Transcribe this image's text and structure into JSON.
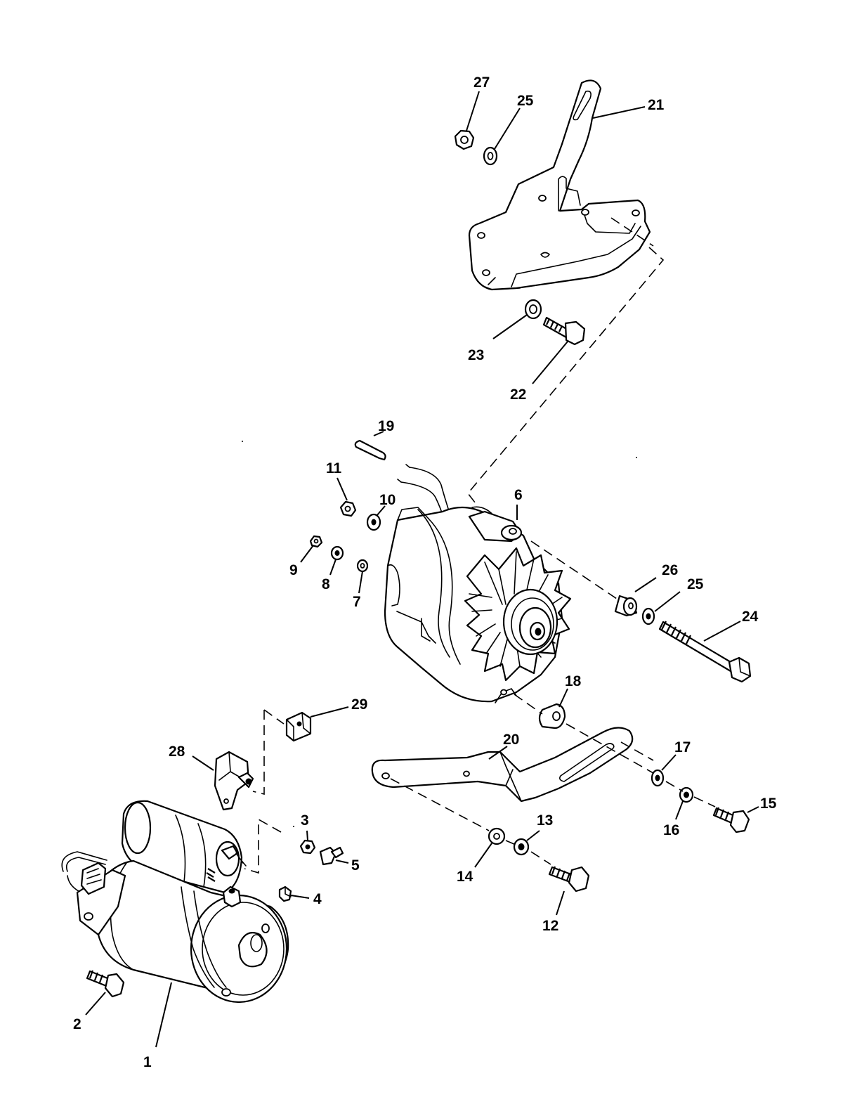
{
  "callouts": [
    {
      "id": "c1",
      "label": "1"
    },
    {
      "id": "c2",
      "label": "2"
    },
    {
      "id": "c3",
      "label": "3"
    },
    {
      "id": "c4",
      "label": "4"
    },
    {
      "id": "c5",
      "label": "5"
    },
    {
      "id": "c6",
      "label": "6"
    },
    {
      "id": "c7",
      "label": "7"
    },
    {
      "id": "c8",
      "label": "8"
    },
    {
      "id": "c9",
      "label": "9"
    },
    {
      "id": "c10",
      "label": "10"
    },
    {
      "id": "c11",
      "label": "11"
    },
    {
      "id": "c12",
      "label": "12"
    },
    {
      "id": "c13",
      "label": "13"
    },
    {
      "id": "c14",
      "label": "14"
    },
    {
      "id": "c15",
      "label": "15"
    },
    {
      "id": "c16",
      "label": "16"
    },
    {
      "id": "c17",
      "label": "17"
    },
    {
      "id": "c18",
      "label": "18"
    },
    {
      "id": "c19",
      "label": "19"
    },
    {
      "id": "c20",
      "label": "20"
    },
    {
      "id": "c21",
      "label": "21"
    },
    {
      "id": "c22",
      "label": "22"
    },
    {
      "id": "c23",
      "label": "23"
    },
    {
      "id": "c24",
      "label": "24"
    },
    {
      "id": "c25a",
      "label": "25"
    },
    {
      "id": "c25b",
      "label": "25"
    },
    {
      "id": "c26",
      "label": "26"
    },
    {
      "id": "c27",
      "label": "27"
    },
    {
      "id": "c28",
      "label": "28"
    },
    {
      "id": "c29",
      "label": "29"
    }
  ]
}
